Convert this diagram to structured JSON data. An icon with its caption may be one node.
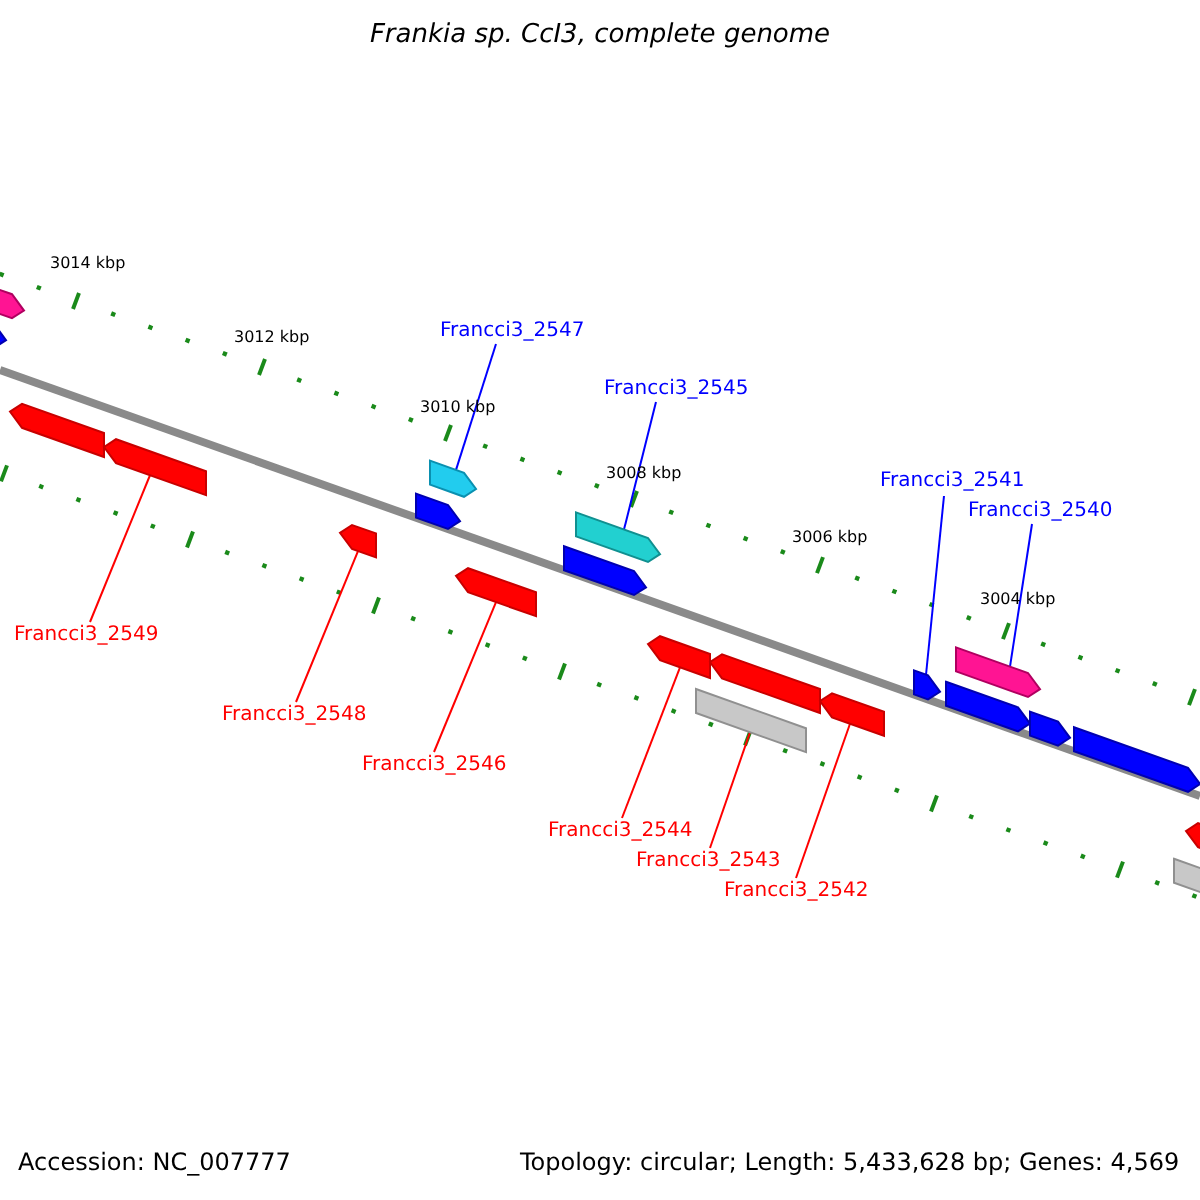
{
  "diagram": {
    "title": "Frankia sp. CcI3, complete genome",
    "nodes": [
      {
        "text": [
          "Francci3_2547"
        ]
      },
      {
        "text": [
          "Francci3_2545"
        ]
      },
      {
        "text": [
          "Francci3_2541"
        ]
      },
      {
        "text": [
          "Francci3_2540"
        ]
      },
      {
        "text": [
          "Francci3_2549"
        ]
      },
      {
        "text": [
          "Francci3_2548"
        ]
      },
      {
        "text": [
          "Francci3_2546"
        ]
      },
      {
        "text": [
          "Francci3_2544"
        ]
      },
      {
        "text": [
          "Francci3_2543"
        ]
      },
      {
        "text": [
          "Francci3_2542"
        ]
      },
      {
        "text": [],
        "shape": "arrow"
      },
      {
        "text": [],
        "shape": "arrow"
      },
      {
        "text": [],
        "shape": "arrow"
      },
      {
        "text": [],
        "shape": "arrow"
      },
      {
        "text": [],
        "shape": "arrow"
      },
      {
        "text": [],
        "shape": "arrow"
      },
      {
        "text": [],
        "shape": "arrow"
      },
      {
        "text": [],
        "shape": "arrow"
      },
      {
        "text": [],
        "shape": "arrow"
      },
      {
        "text": [],
        "shape": "arrow"
      },
      {
        "text": [],
        "shape": "arrow"
      },
      {
        "text": [],
        "shape": "box"
      },
      {
        "text": [],
        "shape": "arrow"
      },
      {
        "text": [],
        "shape": "arrow"
      },
      {
        "text": [],
        "shape": "arrow"
      },
      {
        "text": [],
        "shape": "arrow"
      },
      {
        "text": [],
        "shape": "arrow"
      },
      {
        "text": [],
        "shape": "arrow"
      },
      {
        "text": [],
        "shape": "arrow"
      },
      {
        "text": [],
        "shape": "box"
      },
      {
        "text": [],
        "shape": "arrow"
      }
    ],
    "edges": [
      {
        "from": 0,
        "to": 16,
        "arrow": "none",
        "color": "#0000ff"
      },
      {
        "from": 1,
        "to": 19,
        "arrow": "none",
        "color": "#0000ff"
      },
      {
        "from": 2,
        "to": 24,
        "arrow": "none",
        "color": "#0000ff"
      },
      {
        "from": 3,
        "to": 26,
        "arrow": "none",
        "color": "#0000ff"
      },
      {
        "from": 4,
        "to": 13,
        "arrow": "none"
      },
      {
        "from": 5,
        "to": 14,
        "arrow": "none"
      },
      {
        "from": 6,
        "to": 17,
        "arrow": "none"
      },
      {
        "from": 7,
        "to": 20,
        "arrow": "none"
      },
      {
        "from": 8,
        "to": 21,
        "arrow": "none"
      },
      {
        "from": 9,
        "to": 23,
        "arrow": "none"
      }
    ],
    "labels": [
      "3014 kbp",
      "3012 kbp",
      "3010 kbp",
      "3008 kbp",
      "3006 kbp",
      "3004 kbp",
      "Accession: NC_007777",
      "Topology: circular; Length: 5,433,628 bp; Genes: 4,569"
    ]
  }
}
